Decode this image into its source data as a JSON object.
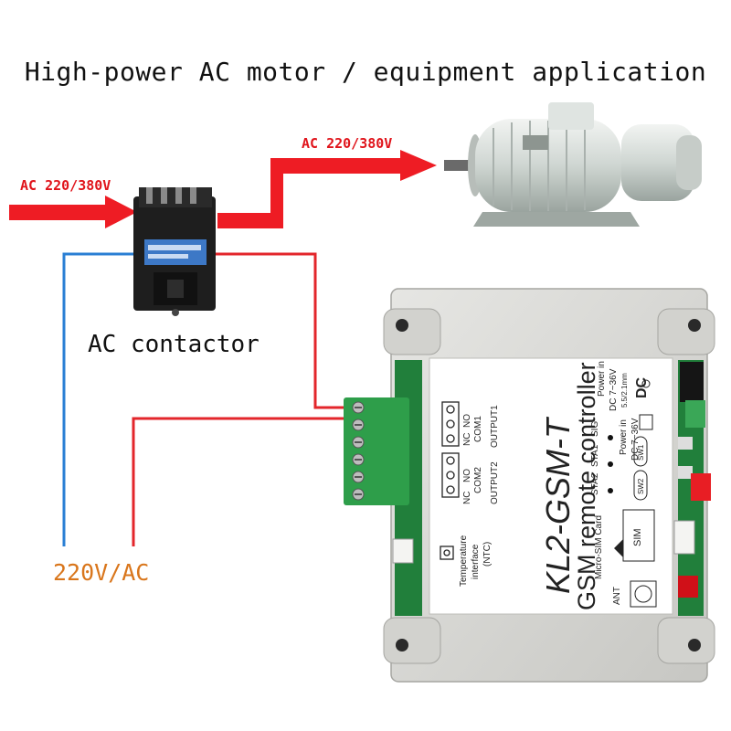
{
  "title": "High-power AC motor / equipment application",
  "labels": {
    "ac_input": "AC 220/380V",
    "ac_output": "AC 220/380V",
    "contactor": "AC contactor",
    "supply": "220V/AC"
  },
  "device": {
    "model": "KL2-GSM-T",
    "subtitle": "GSM remote controller",
    "power_in_1": "Power in",
    "power_in_1_range": "DC 7~36V",
    "jack_size": "5.5/2.1mm",
    "dc": "DC",
    "power_in_2": "Power in",
    "power_in_2_range": "DC 7~36V",
    "sig": "SIG",
    "sta1": "STA1",
    "sta2": "STA2",
    "sw1": "SW1",
    "sw2": "SW2",
    "sim": "SIM",
    "micro_sim": "Micro-SIM Card",
    "ant": "ANT",
    "terminal_nc1": "NC",
    "terminal_no1": "NO",
    "com1": "COM1",
    "output1": "OUTPUT1",
    "terminal_nc2": "NC",
    "terminal_no2": "NO",
    "com2": "COM2",
    "output2": "OUTPUT2",
    "temp_1": "Temperature",
    "temp_2": "interface",
    "temp_3": "(NTC)"
  },
  "colors": {
    "power_arrow": "#ee1c24",
    "live_wire": "#e3262b",
    "neutral_wire": "#2a7fd4",
    "supply_label": "#d9761c",
    "terminal_green": "#2e9e4a",
    "enclosure": "#d9d9d6"
  }
}
